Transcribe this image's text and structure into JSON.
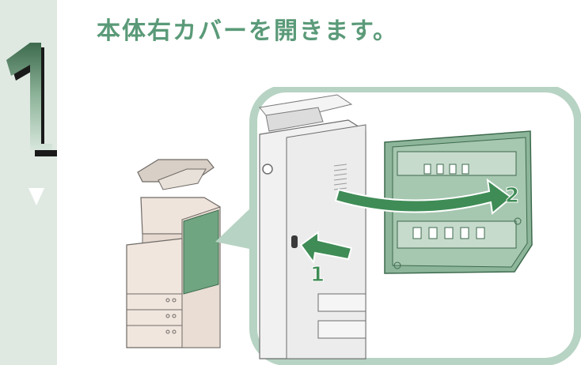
{
  "step": {
    "number": "1"
  },
  "title": "本体右カバーを開きます。",
  "illustration": {
    "callouts": [
      {
        "label": "1"
      },
      {
        "label": "2"
      }
    ]
  },
  "icons": {
    "step_indicator": "step-number-1",
    "next_arrow": "down-triangle-icon",
    "push_arrow": "arrow-left-icon",
    "open_arrow": "curved-arrow-right-icon"
  },
  "colors": {
    "accent": "#5a9a78",
    "rail": "#dfe9e2",
    "frame": "#b7d3c3",
    "cover_green": "#6fa581",
    "arrow_green": "#3f8c56"
  }
}
